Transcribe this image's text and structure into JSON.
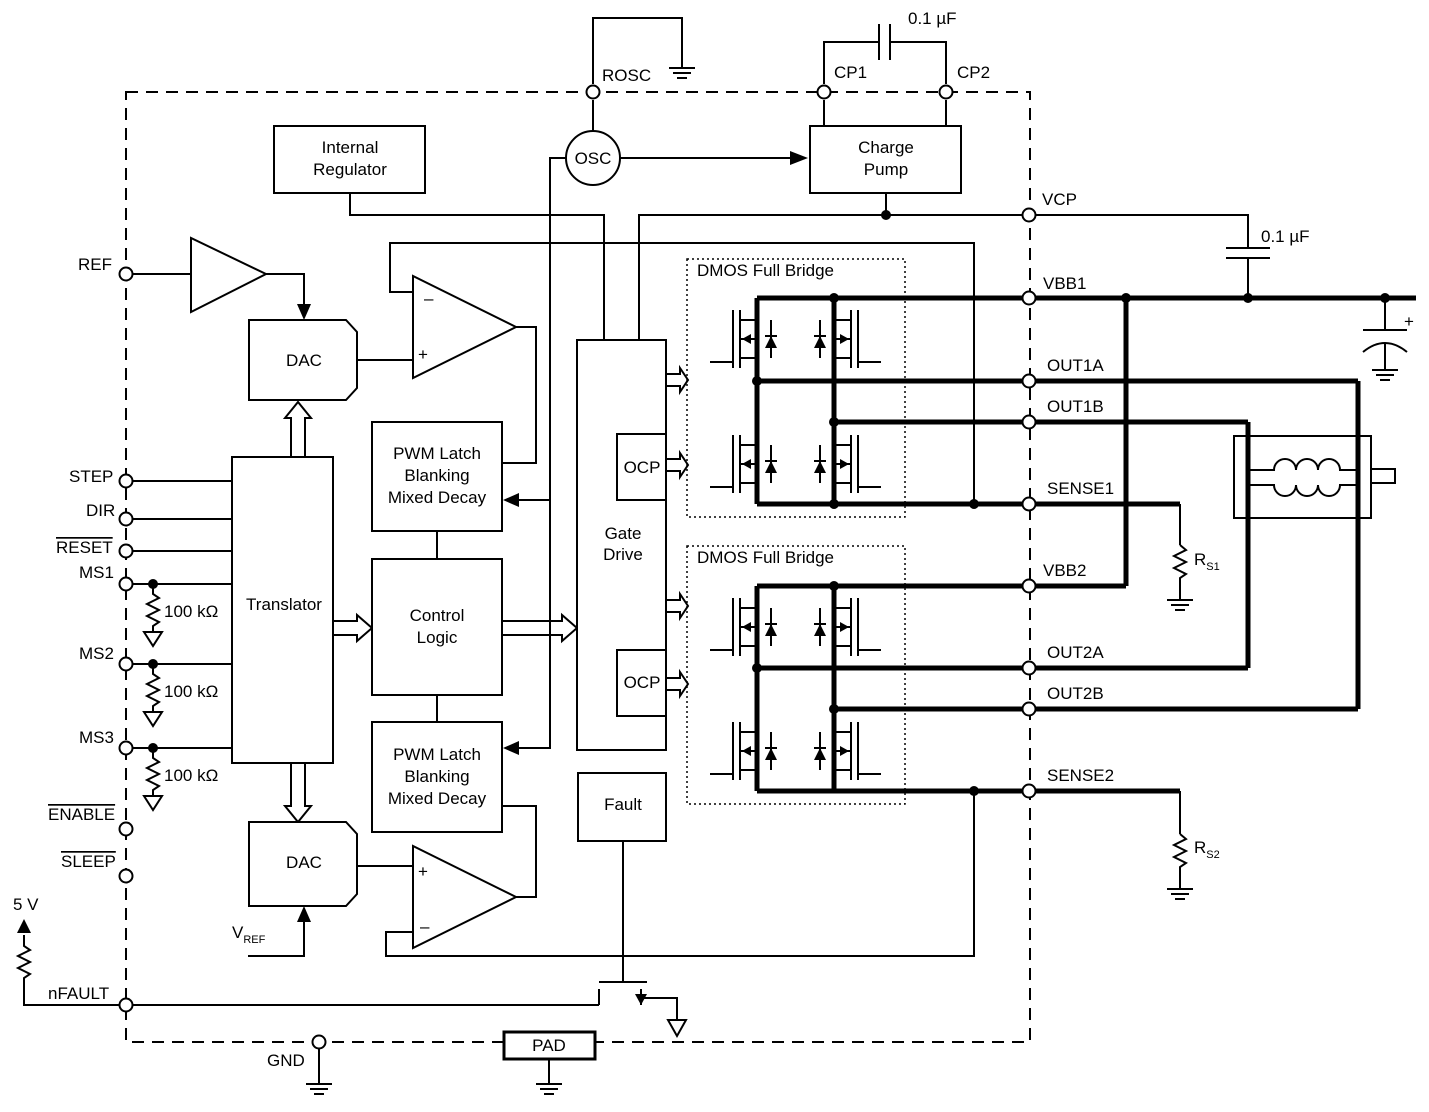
{
  "pins": {
    "ref": "REF",
    "step": "STEP",
    "dir": "DIR",
    "reset": "RESET",
    "ms1": "MS1",
    "ms2": "MS2",
    "ms3": "MS3",
    "enable": "ENABLE",
    "sleep": "SLEEP",
    "nfault": "nFAULT",
    "gnd": "GND",
    "pad": "PAD",
    "rosc": "ROSC",
    "cp1": "CP1",
    "cp2": "CP2",
    "vcp": "VCP",
    "vbb1": "VBB1",
    "out1a": "OUT1A",
    "out1b": "OUT1B",
    "sense1": "SENSE1",
    "vbb2": "VBB2",
    "out2a": "OUT2A",
    "out2b": "OUT2B",
    "sense2": "SENSE2"
  },
  "blocks": {
    "regulator": [
      "Internal",
      "Regulator"
    ],
    "osc": "OSC",
    "charge_pump": [
      "Charge",
      "Pump"
    ],
    "dac_top": "DAC",
    "dac_bottom": "DAC",
    "translator": "Translator",
    "pwm_top": [
      "PWM Latch",
      "Blanking",
      "Mixed Decay"
    ],
    "pwm_bottom": [
      "PWM Latch",
      "Blanking",
      "Mixed Decay"
    ],
    "control": [
      "Control",
      "Logic"
    ],
    "gate_drive": [
      "Gate",
      "Drive"
    ],
    "ocp1": "OCP",
    "ocp2": "OCP",
    "fault": "Fault",
    "bridge1": "DMOS Full Bridge",
    "bridge2": "DMOS Full Bridge"
  },
  "components": {
    "cap_cp": "0.1 µF",
    "cap_vcp": "0.1 µF",
    "r_ms1": "100 kΩ",
    "r_ms2": "100 kΩ",
    "r_ms3": "100 kΩ",
    "rs1": "R",
    "rs1_sub": "S1",
    "rs2": "R",
    "rs2_sub": "S2",
    "vref": "V",
    "vref_sub": "REF",
    "supply": "5 V"
  },
  "opamp_signs": {
    "minus": "–",
    "plus": "+"
  },
  "polarity_plus": "+"
}
